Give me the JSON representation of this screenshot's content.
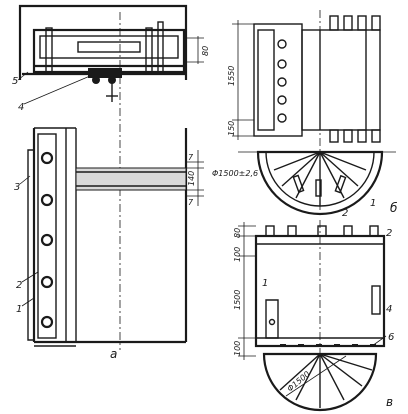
{
  "views": {
    "a": {
      "label": "а"
    },
    "b": {
      "label": "б"
    },
    "v": {
      "label": "в"
    }
  },
  "callouts": {
    "a1": "1",
    "a2": "2",
    "a3": "3",
    "a4": "4",
    "a5": "5",
    "b1": "1",
    "b2": "2",
    "v1": "1",
    "v2": "2",
    "v4": "4",
    "v6": "6"
  },
  "dimensions": {
    "a_80": "80",
    "a_7_top": "7",
    "a_140": "140",
    "a_7_bottom": "7",
    "b_1550": "1550",
    "b_150": "150",
    "b_diameter": "Φ1500±2,6",
    "v_80": "80",
    "v_100_top": "100",
    "v_1500": "1500",
    "v_100_bottom": "100",
    "v_diameter": "Φ1500"
  }
}
